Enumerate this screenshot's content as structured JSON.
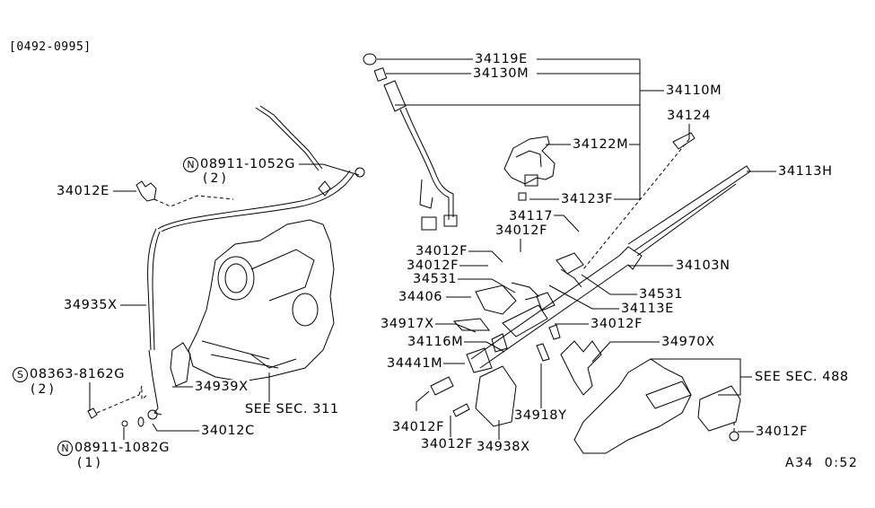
{
  "header": {
    "date_range": "[0492-0995]"
  },
  "diagram_code": "A34  0:52",
  "callouts": {
    "p34119E": "34119E",
    "p34130M": "34130M",
    "p34110M": "34110M",
    "p34124": "34124",
    "p34122M": "34122M",
    "p34113H": "34113H",
    "p34123F": "34123F",
    "p34117": "34117",
    "p34012F_a": "34012F",
    "p34012F_b": "34012F",
    "p34012F_c": "34012F",
    "p34531_a": "34531",
    "p34406": "34406",
    "p34103N": "34103N",
    "p34531_b": "34531",
    "p34113E": "34113E",
    "p34917X": "34917X",
    "p34012F_d": "34012F",
    "p34116M": "34116M",
    "p34970X": "34970X",
    "p34441M": "34441M",
    "see_sec_488": "SEE SEC. 488",
    "p34012F_e": "34012F",
    "p34918Y": "34918Y",
    "p34012F_f": "34012F",
    "p34938X": "34938X",
    "p34012F_g": "34012F",
    "p34012E": "34012E",
    "p34935X": "34935X",
    "p34939X": "34939X",
    "see_sec_311": "SEE SEC. 311",
    "p34012C": "34012C"
  },
  "fasteners": {
    "n1": {
      "symbol": "N",
      "part": "08911-1052G",
      "qty": "(2)"
    },
    "s1": {
      "symbol": "S",
      "part": "08363-8162G",
      "qty": "(2)"
    },
    "n2": {
      "symbol": "N",
      "part": "08911-1082G",
      "qty": "(1)"
    }
  }
}
